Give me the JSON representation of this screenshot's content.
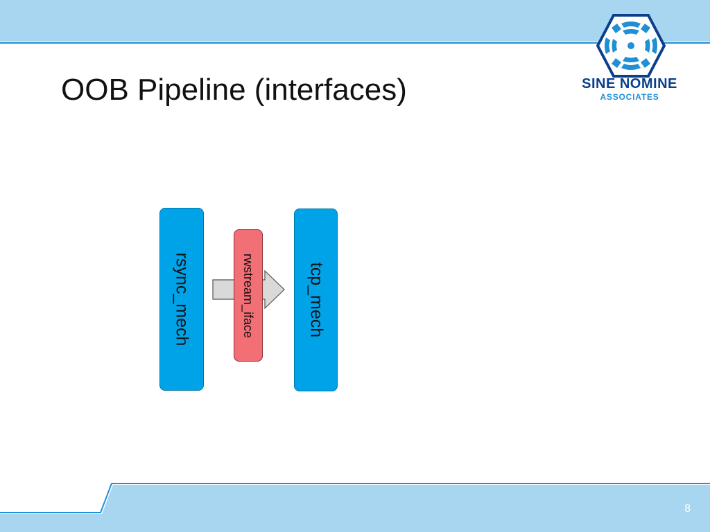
{
  "slide": {
    "title": "OOB Pipeline (interfaces)",
    "page_number": "8"
  },
  "logo": {
    "name": "SINE NOMINE",
    "subtitle": "ASSOCIATES"
  },
  "diagram": {
    "nodes": [
      {
        "id": "rsync",
        "label": "rsync_mech",
        "color": "#00a3e8"
      },
      {
        "id": "iface",
        "label": "rwstream_iface",
        "color": "#f26f75"
      },
      {
        "id": "tcp",
        "label": "tcp_mech",
        "color": "#00a3e8"
      }
    ],
    "edges": [
      {
        "from": "rsync",
        "to": "tcp",
        "style": "block-arrow",
        "color": "#d9d9d9"
      }
    ]
  },
  "colors": {
    "band": "#a8d5ef",
    "band_line": "#1f8fd6",
    "logo_blue": "#0a3f8c"
  }
}
